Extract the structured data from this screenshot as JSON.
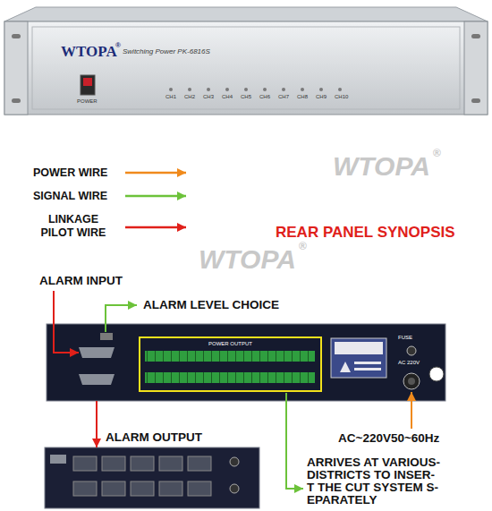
{
  "diagram": {
    "title": "REAR PANEL SYNOPSIS",
    "nodes": [
      {
        "text": [
          "WTOPA",
          "Switching Power PK-6816S"
        ]
      },
      {
        "text": [
          "FUSE",
          "AC 220V"
        ]
      },
      {
        "text": [
          "POWER OUTPUT"
        ],
        "in": 1
      },
      {
        "text": [
          "ALARM OUTPUT"
        ]
      }
    ],
    "edges": [
      {
        "from": 1,
        "to": 3,
        "arrow": "to"
      }
    ],
    "labels": [
      "®",
      "POWER",
      "CH1",
      "CH2",
      "CH3",
      "CH4",
      "CH5",
      "CH6",
      "CH7",
      "CH8",
      "CH9",
      "CH10",
      "ALARM INPUT",
      "ALARM LEVEL CHOICE",
      "AC~220V50~60Hz",
      "ARRIVES AT VARIOUS- DISTRICTS TO INSER- T THE CUT SYSTEM S- EPARATELY",
      "WTOPA",
      "®",
      "WTOPA",
      "®"
    ],
    "legend": [
      {
        "text": "POWER WIRE"
      },
      {
        "text": "SIGNAL WIRE"
      },
      {
        "text": "LINKAGE PILOT WIRE"
      }
    ]
  }
}
